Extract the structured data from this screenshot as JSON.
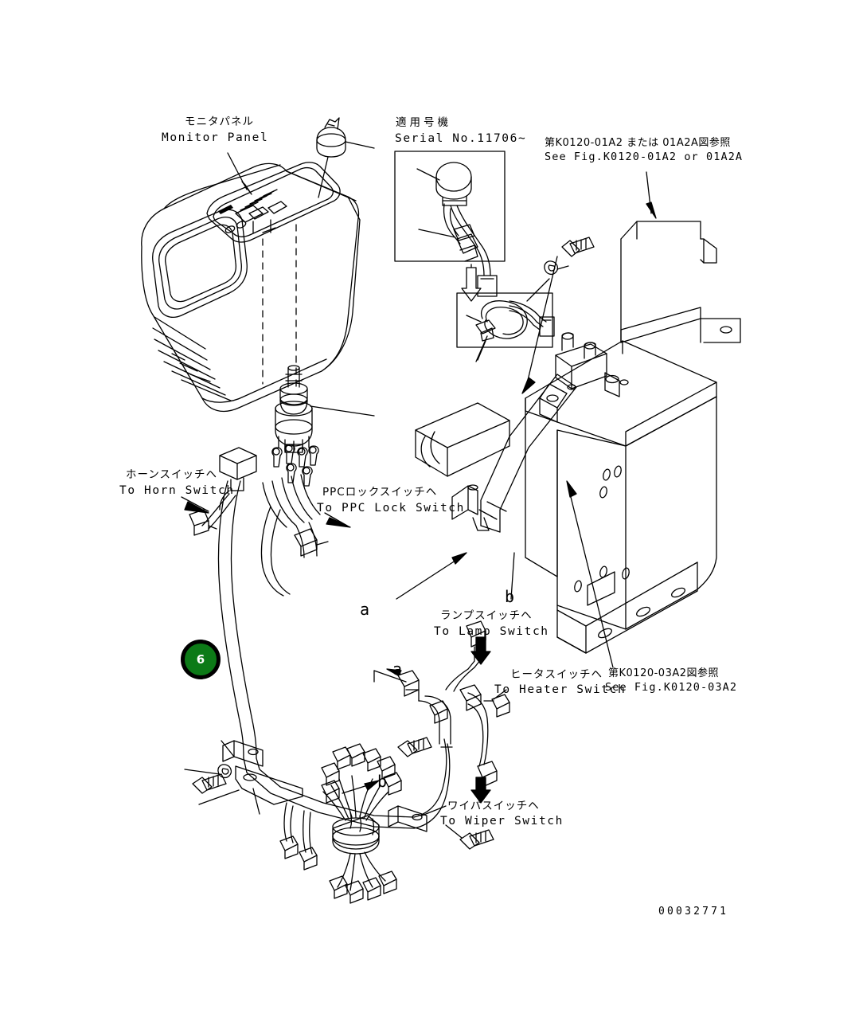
{
  "sheet": {
    "drawing_number": "00032771",
    "callout": {
      "number": "6",
      "fill_color": "#0c7a17",
      "ring_color": "#000000",
      "text_color": "#ffffff"
    },
    "line_color": "#000000",
    "background": "#ffffff"
  },
  "labels": {
    "monitor_panel": {
      "jp": "モニタパネル",
      "en": "Monitor Panel"
    },
    "serial_note": {
      "jp": "適用号機",
      "en": "Serial No.11706~"
    },
    "see_fig_01a2": {
      "jp": "第K0120-01A2 または 01A2A図参照",
      "en": "See Fig.K0120-01A2 or 01A2A"
    },
    "to_horn_switch": {
      "jp": "ホーンスイッチヘ",
      "en": "To Horn Switch"
    },
    "to_ppc_lock_switch": {
      "jp": "PPCロックスイッチヘ",
      "en": "To PPC Lock Switch"
    },
    "to_lamp_switch": {
      "jp": "ランプスイッチヘ",
      "en": "To Lamp Switch"
    },
    "to_heater_switch": {
      "jp": "ヒータスイッチヘ",
      "en": "To Heater Switch"
    },
    "to_wiper_switch": {
      "jp": "ワイパスイッチヘ",
      "en": "To Wiper Switch"
    },
    "see_fig_03a2": {
      "jp": "第K0120-03A2図参照",
      "en": "See Fig.K0120-03A2"
    }
  },
  "section_marks": {
    "a_upper": "a",
    "b_upper": "b",
    "a_lower": "a",
    "b_lower": "b"
  }
}
